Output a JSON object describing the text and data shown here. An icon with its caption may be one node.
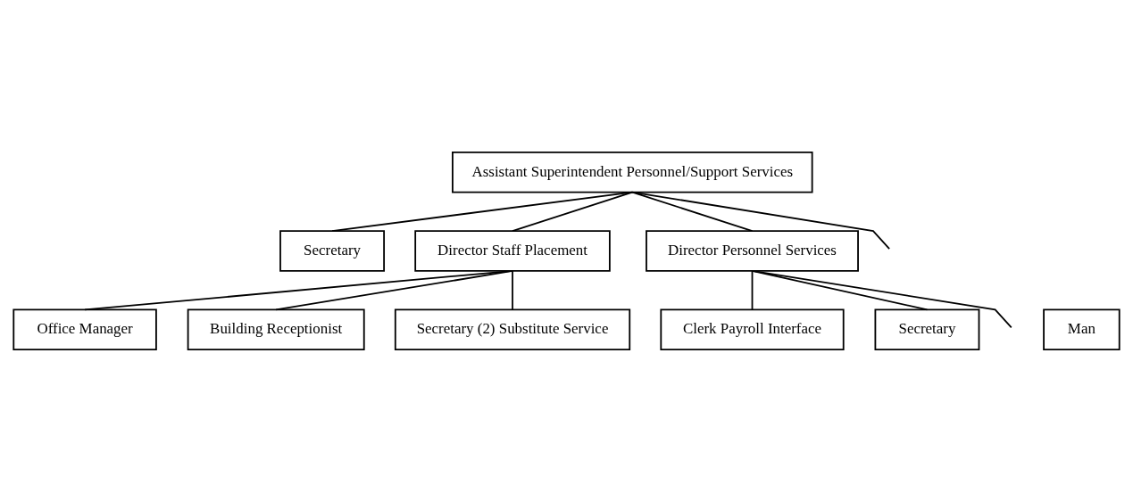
{
  "diagram": {
    "nodes": [
      {
        "text": [
          "Assistant Superintendent Personnel/Support Services"
        ]
      },
      {
        "text": [
          "Secretary"
        ]
      },
      {
        "text": [
          "Director Staff Placement"
        ]
      },
      {
        "text": [
          "Director Personnel Services"
        ]
      },
      {
        "text": [
          "Office Manager"
        ]
      },
      {
        "text": [
          "Building Receptionist"
        ]
      },
      {
        "text": [
          "Secretary (2) Substitute Service"
        ]
      },
      {
        "text": [
          "Clerk Payroll Interface"
        ]
      },
      {
        "text": [
          "Secretary"
        ]
      },
      {
        "text": [
          "Man"
        ]
      }
    ],
    "edges": [
      {
        "from": 0,
        "to": 1,
        "arrow": "none"
      },
      {
        "from": 0,
        "to": 2,
        "arrow": "none"
      },
      {
        "from": 0,
        "to": 3,
        "arrow": "none"
      },
      {
        "from": 0,
        "to": null,
        "arrow": "none"
      },
      {
        "from": 2,
        "to": 4,
        "arrow": "none"
      },
      {
        "from": 2,
        "to": 5,
        "arrow": "none"
      },
      {
        "from": 2,
        "to": 6,
        "arrow": "none"
      },
      {
        "from": 3,
        "to": 7,
        "arrow": "none"
      },
      {
        "from": 3,
        "to": 8,
        "arrow": "none"
      },
      {
        "from": 3,
        "to": null,
        "arrow": "none"
      }
    ]
  }
}
